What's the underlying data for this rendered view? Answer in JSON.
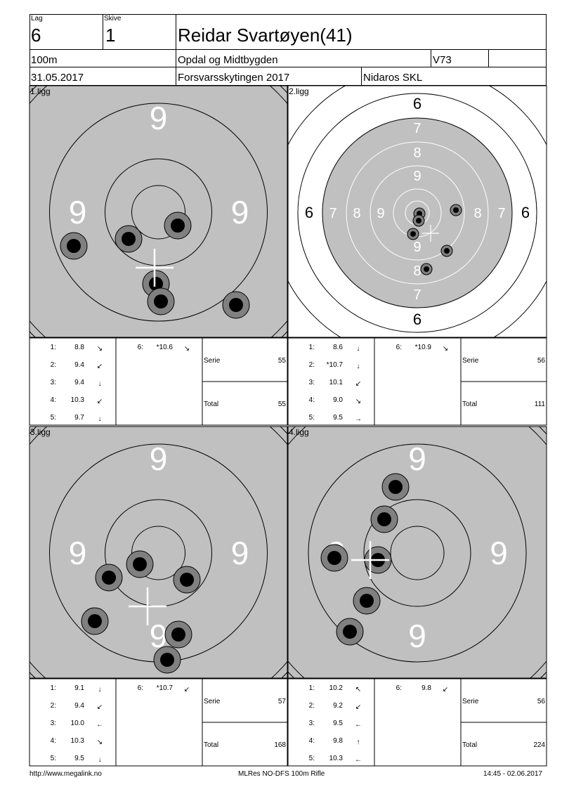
{
  "header": {
    "lag_label": "Lag",
    "lag_value": "6",
    "skive_label": "Skive",
    "skive_value": "1",
    "shooter_name": "Reidar Svartøyen(41)",
    "distance": "100m",
    "club": "Opdal og Midtbygden",
    "class": "V73",
    "date": "31.05.2017",
    "event": "Forsvarsskytingen 2017",
    "organizer": "Nidaros SKL"
  },
  "targets": [
    {
      "title": "1.ligg",
      "zoom": "large",
      "ring_labels": [
        "9"
      ],
      "shots": [
        {
          "n": "1:",
          "score": "8.8",
          "dir": "↘"
        },
        {
          "n": "2:",
          "score": "9.4",
          "dir": "↙"
        },
        {
          "n": "3:",
          "score": "9.4",
          "dir": "↓"
        },
        {
          "n": "4:",
          "score": "10.3",
          "dir": "↙"
        },
        {
          "n": "5:",
          "score": "9.7",
          "dir": "↓"
        }
      ],
      "extra_shot": {
        "n": "6:",
        "score": "*10.6",
        "dir": "↘"
      },
      "serie_label": "Serie",
      "serie_value": "55",
      "total_label": "Total",
      "total_value": "55"
    },
    {
      "title": "2.ligg",
      "zoom": "small",
      "ring_labels": [
        "6",
        "7",
        "8",
        "9"
      ],
      "shots": [
        {
          "n": "1:",
          "score": "8.6",
          "dir": "↓"
        },
        {
          "n": "2:",
          "score": "*10.7",
          "dir": "↓"
        },
        {
          "n": "3:",
          "score": "10.1",
          "dir": "↙"
        },
        {
          "n": "4:",
          "score": "9.0",
          "dir": "↘"
        },
        {
          "n": "5:",
          "score": "9.5",
          "dir": "→"
        }
      ],
      "extra_shot": {
        "n": "6:",
        "score": "*10.9",
        "dir": "↘"
      },
      "serie_label": "Serie",
      "serie_value": "56",
      "total_label": "Total",
      "total_value": "111"
    },
    {
      "title": "3.ligg",
      "zoom": "large",
      "ring_labels": [
        "9"
      ],
      "shots": [
        {
          "n": "1:",
          "score": "9.1",
          "dir": "↓"
        },
        {
          "n": "2:",
          "score": "9.4",
          "dir": "↙"
        },
        {
          "n": "3:",
          "score": "10.0",
          "dir": "←"
        },
        {
          "n": "4:",
          "score": "10.3",
          "dir": "↘"
        },
        {
          "n": "5:",
          "score": "9.5",
          "dir": "↓"
        }
      ],
      "extra_shot": {
        "n": "6:",
        "score": "*10.7",
        "dir": "↙"
      },
      "serie_label": "Serie",
      "serie_value": "57",
      "total_label": "Total",
      "total_value": "168"
    },
    {
      "title": "4.ligg",
      "zoom": "large",
      "ring_labels": [
        "9"
      ],
      "shots": [
        {
          "n": "1:",
          "score": "10.2",
          "dir": "↖"
        },
        {
          "n": "2:",
          "score": "9.2",
          "dir": "↙"
        },
        {
          "n": "3:",
          "score": "9.5",
          "dir": "←"
        },
        {
          "n": "4:",
          "score": "9.8",
          "dir": "↑"
        },
        {
          "n": "5:",
          "score": "10.3",
          "dir": "←"
        }
      ],
      "extra_shot": {
        "n": "6:",
        "score": "9.8",
        "dir": "↙"
      },
      "serie_label": "Serie",
      "serie_value": "56",
      "total_label": "Total",
      "total_value": "224"
    }
  ],
  "footer": {
    "url": "http://www.megalink.no",
    "system": "MLRes NO-DFS 100m Rifle",
    "timestamp": "14:45 - 02.06.2017"
  },
  "colors": {
    "target_fill": "#c0c0c0",
    "shot_hole": "#000000",
    "shot_ring": "#808080"
  }
}
